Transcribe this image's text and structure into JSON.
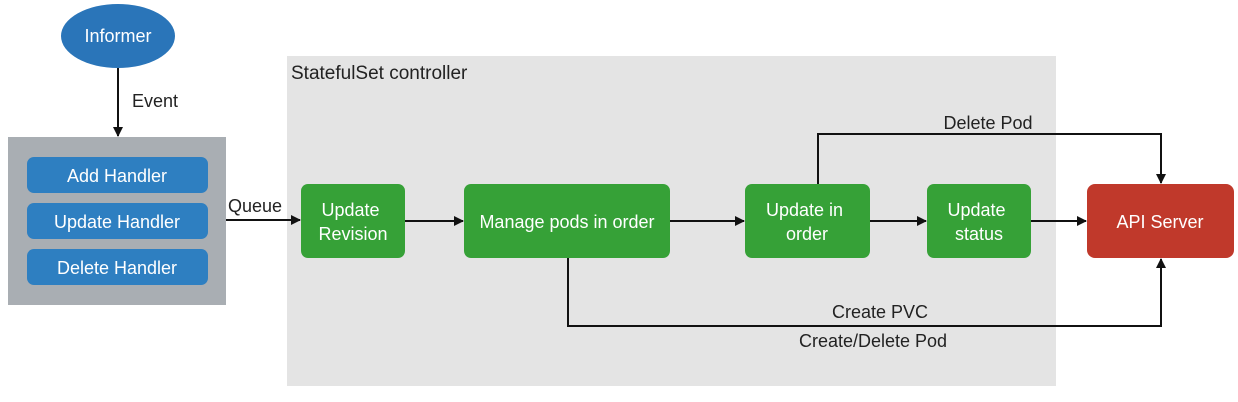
{
  "controller": {
    "title": "StatefulSet controller"
  },
  "informer": {
    "label": "Informer"
  },
  "handlers": {
    "add": "Add Handler",
    "update": "Update Handler",
    "delete": "Delete Handler"
  },
  "steps": {
    "update_revision": [
      "Update",
      "Revision"
    ],
    "manage_pods": "Manage pods in order",
    "update_in_order": [
      "Update in",
      "order"
    ],
    "update_status": [
      "Update",
      "status"
    ]
  },
  "api_server": {
    "label": "API Server"
  },
  "edges": {
    "event": "Event",
    "queue": "Queue",
    "delete_pod": "Delete Pod",
    "create_pvc": "Create PVC",
    "create_delete_pod": "Create/Delete Pod"
  },
  "colors": {
    "informer": "#2a75b9",
    "handler": "#2e7fc1",
    "handler_panel": "#a9aeb3",
    "step": "#36a137",
    "api_server": "#c0392b",
    "controller_bg": "#e4e4e4"
  }
}
